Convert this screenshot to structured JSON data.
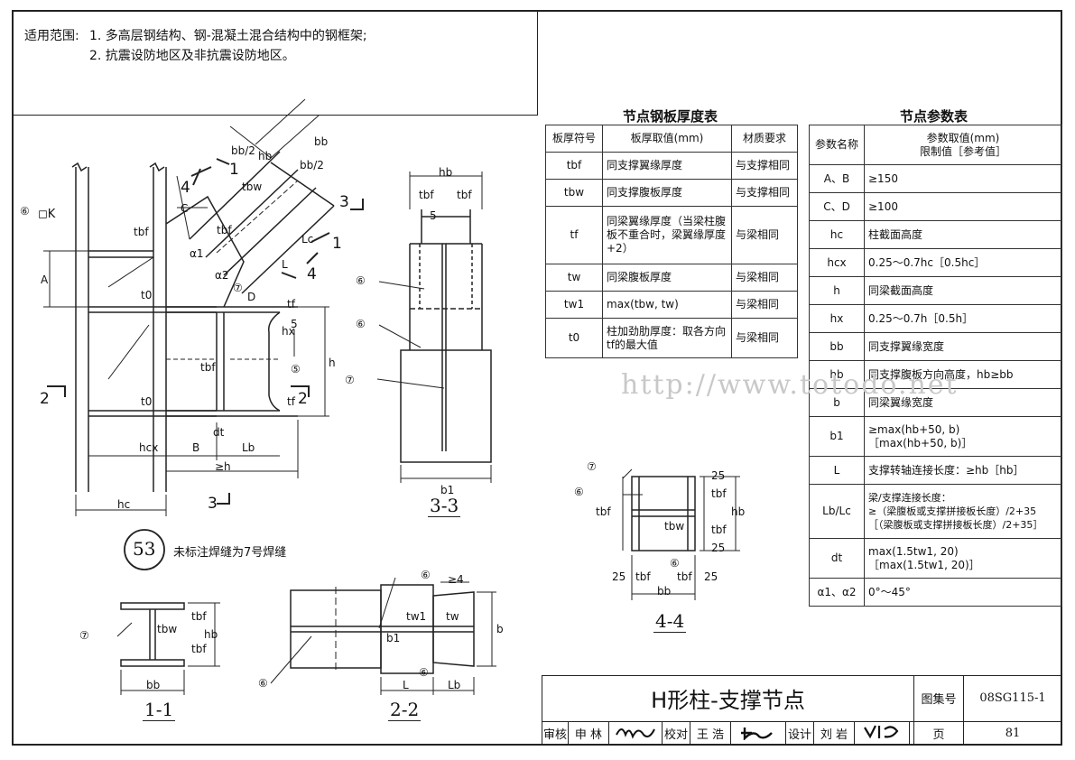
{
  "scope": {
    "label": "适用范围:",
    "item1": "1. 多高层钢结构、钢-混凝土混合结构中的钢框架;",
    "item2": "2. 抗震设防地区及非抗震设防地区。"
  },
  "thickness_table": {
    "title": "节点钢板厚度表",
    "headers": [
      "板厚符号",
      "板厚取值(mm)",
      "材质要求"
    ],
    "rows": [
      [
        "tbf",
        "同支撑翼缘厚度",
        "与支撑相同"
      ],
      [
        "tbw",
        "同支撑腹板厚度",
        "与支撑相同"
      ],
      [
        "tf",
        "同梁翼缘厚度（当梁柱腹板不重合时，梁翼缘厚度+2）",
        "与梁相同"
      ],
      [
        "tw",
        "同梁腹板厚度",
        "与梁相同"
      ],
      [
        "tw1",
        "max(tbw, tw)",
        "与梁相同"
      ],
      [
        "t0",
        "柱加劲肋厚度：取各方向tf的最大值",
        "与梁相同"
      ]
    ]
  },
  "param_table": {
    "title": "节点参数表",
    "header_name": "参数名称",
    "header_value_1": "参数取值(mm)",
    "header_value_2": "限制值［参考值］",
    "rows": [
      [
        "A、B",
        "≥150"
      ],
      [
        "C、D",
        "≥100"
      ],
      [
        "hc",
        "柱截面高度"
      ],
      [
        "hcx",
        "0.25～0.7hc［0.5hc］"
      ],
      [
        "h",
        "同梁截面高度"
      ],
      [
        "hx",
        "0.25～0.7h［0.5h］"
      ],
      [
        "bb",
        "同支撑翼缘宽度"
      ],
      [
        "hb",
        "同支撑腹板方向高度，hb≥bb"
      ],
      [
        "b",
        "同梁翼缘宽度"
      ],
      [
        "b1",
        "≥max(hb+50, b)\n［max(hb+50, b)］"
      ],
      [
        "L",
        "支撑转轴连接长度：≥hb［hb］"
      ],
      [
        "Lb/Lc",
        "梁/支撑连接长度：\n≥（梁腹板或支撑拼接板长度）/2+35\n［（梁腹板或支撑拼接板长度）/2+35］"
      ],
      [
        "dt",
        "max(1.5tw1, 20)\n［max(1.5tw1, 20)］"
      ],
      [
        "α1、α2",
        "0°～45°"
      ]
    ]
  },
  "note": {
    "circle_no": "53",
    "text": "未标注焊缝为7号焊缝"
  },
  "sections": {
    "s11": "1-1",
    "s22": "2-2",
    "s33": "3-3",
    "s44": "4-4"
  },
  "dims": {
    "hb": "hb",
    "tbf": "tbf",
    "tbw": "tbw",
    "bb": "bb",
    "bb2": "bb/2",
    "b1": "b1",
    "b": "b",
    "tw": "tw",
    "tw1": "tw1",
    "Lb": "Lb",
    "Lc": "Lc",
    "L": "L",
    "B": "B",
    "A": "A",
    "C": "C",
    "D": "D",
    "hc": "hc",
    "hcx": "hcx",
    "h": "h",
    "hx": "hx",
    "ge_h": "≥h",
    "dt": "dt",
    "t0": "t0",
    "tf": "tf",
    "a1": "α1",
    "a2": "α2",
    "n25": "25",
    "n5": "5",
    "ge4": "≥4",
    "w5": "⑤",
    "w6": "⑥",
    "w7": "⑦",
    "cut1": "1",
    "cut2": "2",
    "cut3": "3",
    "cut4": "4"
  },
  "title_block": {
    "title": "H形柱-支撑节点",
    "atlas_label": "图集号",
    "atlas_no": "08SG115-1",
    "review_label": "审核",
    "review_name": "申 林",
    "check_label": "校对",
    "check_name": "王 浩",
    "design_label": "设计",
    "design_name": "刘 岩",
    "page_label": "页",
    "page_no": "81"
  },
  "watermark": "http://www.totodo.net"
}
